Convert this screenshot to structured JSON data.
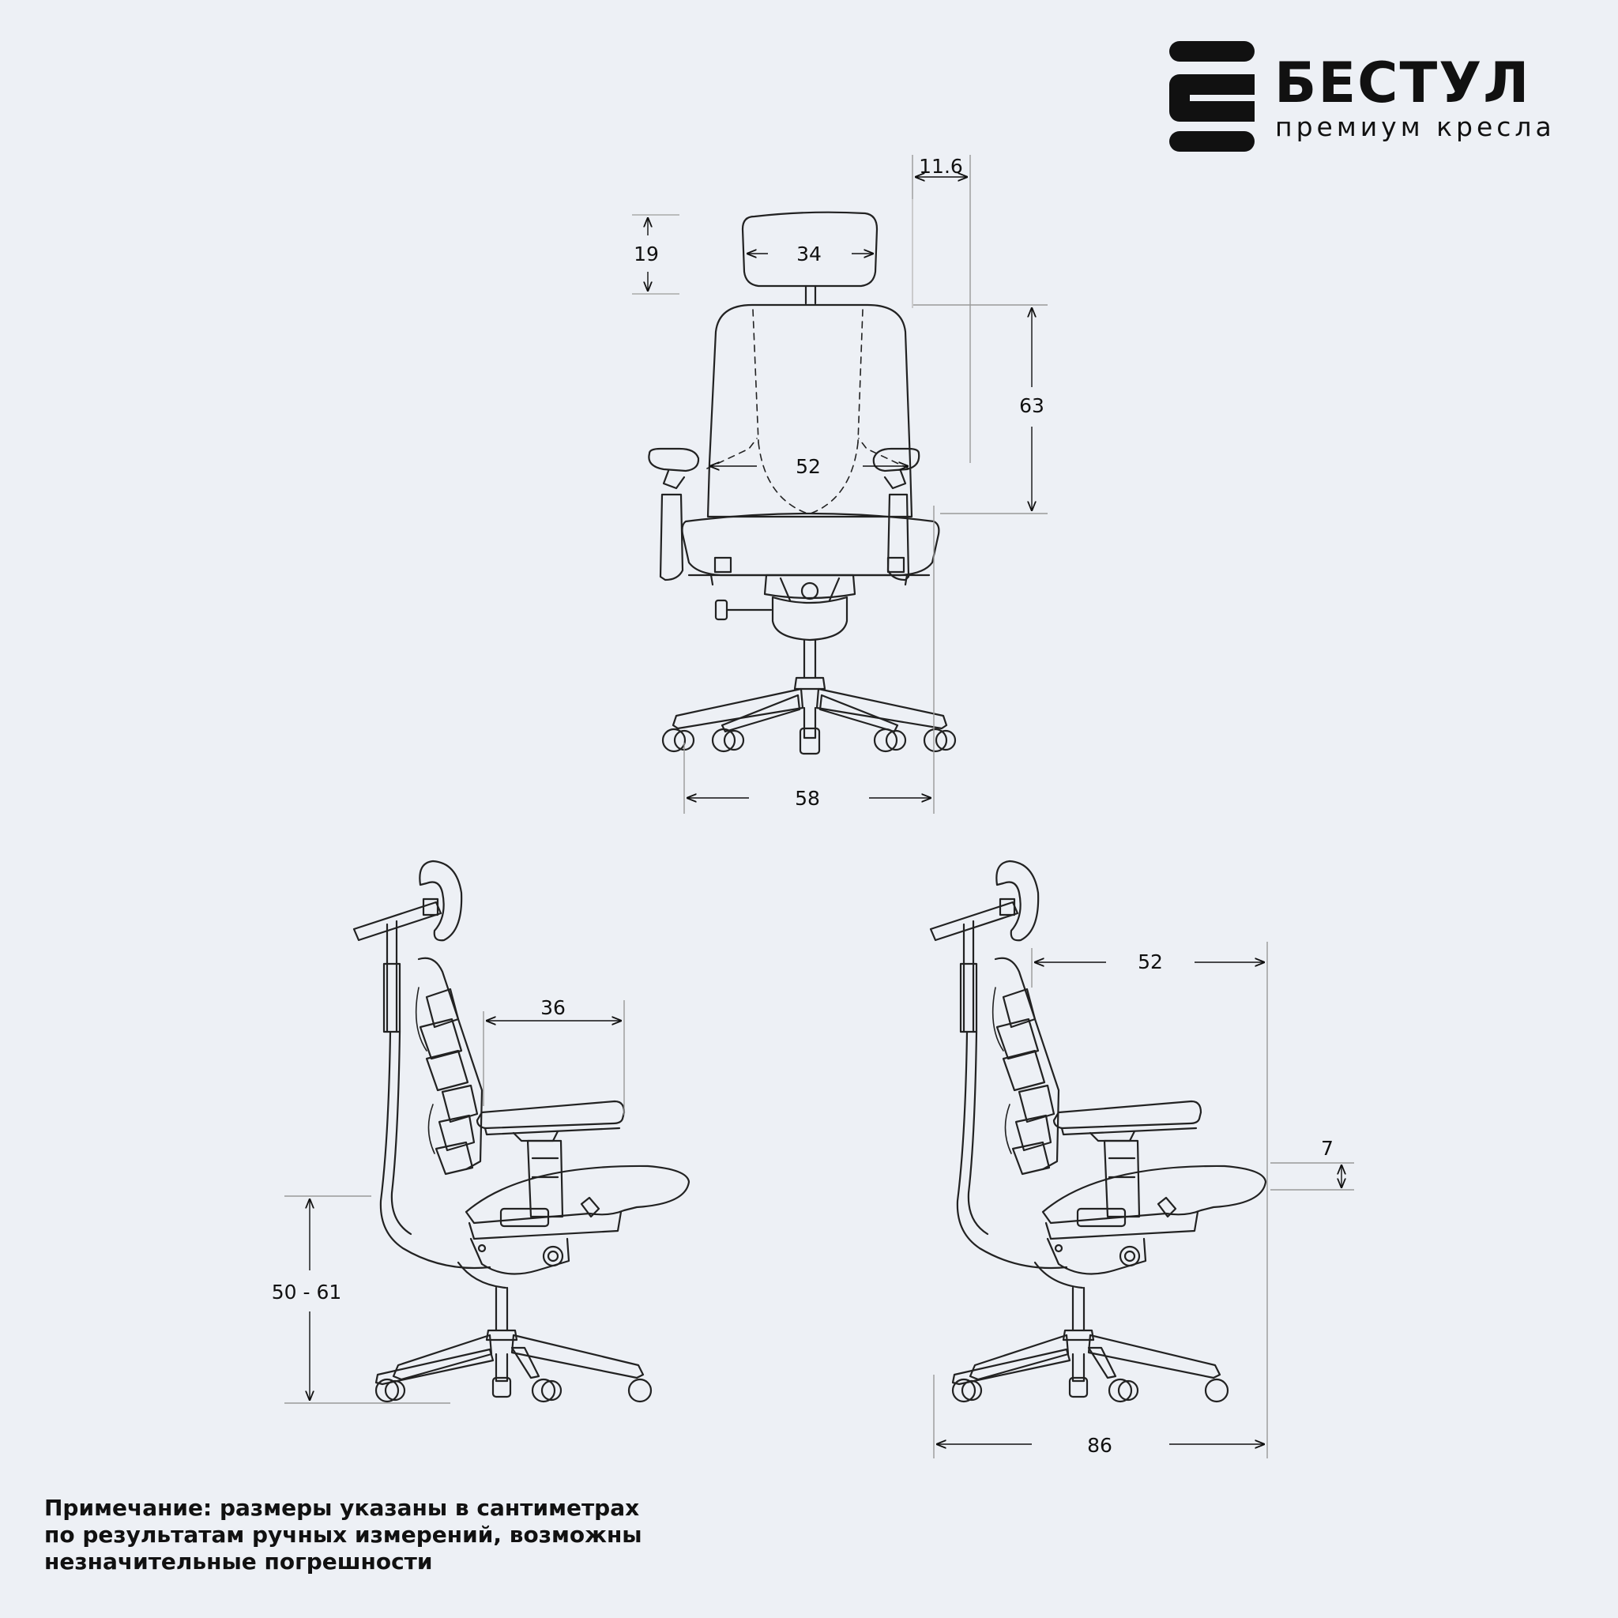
{
  "brand": {
    "name": "БЕСТУЛ",
    "tagline": "премиум кресла"
  },
  "front_view": {
    "headrest_height": "19",
    "headrest_width": "34",
    "armrest_depth": "11.6",
    "backrest_height": "63",
    "backrest_width": "52",
    "base_width": "58"
  },
  "side_view_left": {
    "armrest_length": "36",
    "seat_height": "50 - 61"
  },
  "side_view_right": {
    "depth_to_back": "52",
    "seat_slope": "7",
    "total_depth": "86"
  },
  "note": {
    "line1": "Примечание: размеры указаны в сантиметрах",
    "line2": "по результатам ручных измерений, возможны",
    "line3": "незначительные погрешности"
  },
  "colors": {
    "background": "#edf0f5",
    "line": "#111111"
  }
}
